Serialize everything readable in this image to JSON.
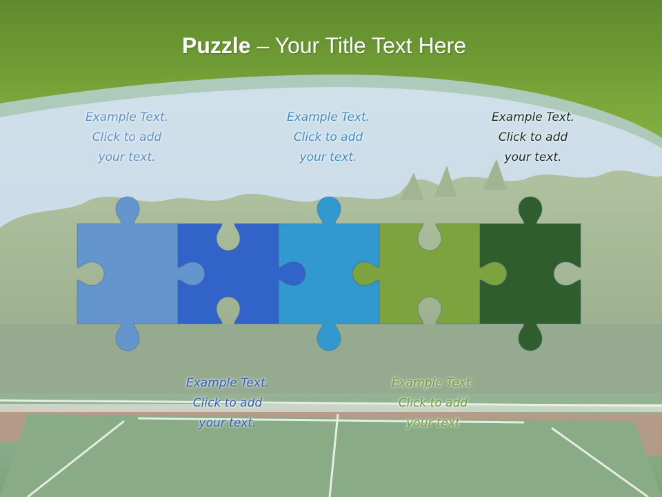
{
  "slide": {
    "title_bold": "Puzzle",
    "title_rest": " – Your Title Text Here"
  },
  "notes": [
    {
      "line1": "Example Text.",
      "line2": "Click  to add",
      "line3": "your text.",
      "color": "#5d8fc4"
    },
    {
      "line1": "Example Text.",
      "line2": "Click  to add",
      "line3": "your text.",
      "color": "#2f5fb8"
    },
    {
      "line1": "Example Text.",
      "line2": "Click  to add",
      "line3": "your text.",
      "color": "#3d8dc4"
    },
    {
      "line1": "Example Text.",
      "line2": "Click  to add",
      "line3": "your text",
      "color": "#6f9e3a"
    },
    {
      "line1": "Example Text.",
      "line2": "Click  to add",
      "line3": "your text.",
      "color": "#1a2a1a"
    }
  ],
  "pieces": [
    {
      "name": "puzzle-piece-1",
      "color": "#6496cd"
    },
    {
      "name": "puzzle-piece-2",
      "color": "#3163c9"
    },
    {
      "name": "puzzle-piece-3",
      "color": "#3298d0"
    },
    {
      "name": "puzzle-piece-4",
      "color": "#7da33e"
    },
    {
      "name": "puzzle-piece-5",
      "color": "#2f5d2c"
    }
  ],
  "theme": {
    "header_green": "#6f9e32",
    "sky": "#bcd3e4",
    "court_green": "#6f9a6a",
    "court_red": "#b56a5f"
  }
}
